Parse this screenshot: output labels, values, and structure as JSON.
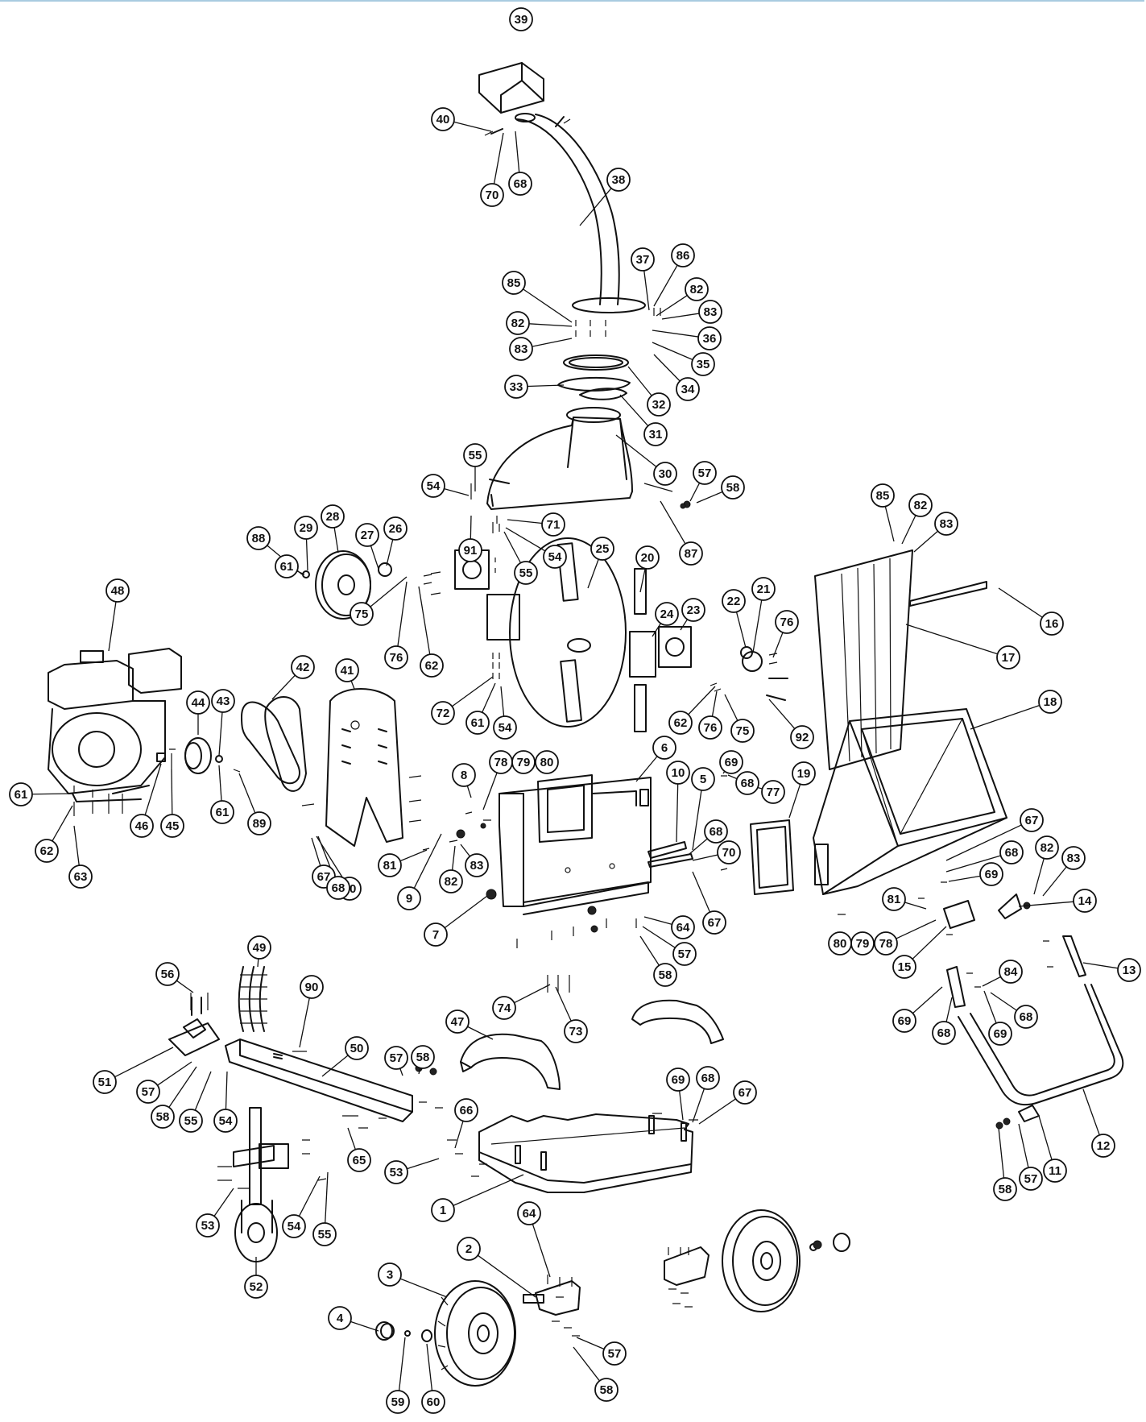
{
  "diagram": {
    "callouts": [
      {
        "id": "39",
        "label": "39"
      },
      {
        "id": "40",
        "label": "40"
      },
      {
        "id": "70a",
        "label": "70"
      },
      {
        "id": "68a",
        "label": "68"
      },
      {
        "id": "38",
        "label": "38"
      },
      {
        "id": "37",
        "label": "37"
      },
      {
        "id": "86",
        "label": "86"
      },
      {
        "id": "82a",
        "label": "82"
      },
      {
        "id": "83a",
        "label": "83"
      },
      {
        "id": "36",
        "label": "36"
      },
      {
        "id": "35",
        "label": "35"
      },
      {
        "id": "34",
        "label": "34"
      },
      {
        "id": "85a",
        "label": "85"
      },
      {
        "id": "82b",
        "label": "82"
      },
      {
        "id": "83b",
        "label": "83"
      },
      {
        "id": "32",
        "label": "32"
      },
      {
        "id": "33",
        "label": "33"
      },
      {
        "id": "31",
        "label": "31"
      },
      {
        "id": "30",
        "label": "30"
      },
      {
        "id": "55a",
        "label": "55"
      },
      {
        "id": "54a",
        "label": "54"
      },
      {
        "id": "91",
        "label": "91"
      },
      {
        "id": "71",
        "label": "71"
      },
      {
        "id": "54b",
        "label": "54"
      },
      {
        "id": "55b",
        "label": "55"
      },
      {
        "id": "57a",
        "label": "57"
      },
      {
        "id": "58a",
        "label": "58"
      },
      {
        "id": "87",
        "label": "87"
      },
      {
        "id": "85b",
        "label": "85"
      },
      {
        "id": "82c",
        "label": "82"
      },
      {
        "id": "83c",
        "label": "83"
      },
      {
        "id": "16",
        "label": "16"
      },
      {
        "id": "17",
        "label": "17"
      },
      {
        "id": "88",
        "label": "88"
      },
      {
        "id": "29",
        "label": "29"
      },
      {
        "id": "28",
        "label": "28"
      },
      {
        "id": "27",
        "label": "27"
      },
      {
        "id": "26",
        "label": "26"
      },
      {
        "id": "61a",
        "label": "61"
      },
      {
        "id": "75a",
        "label": "75"
      },
      {
        "id": "76a",
        "label": "76"
      },
      {
        "id": "62a",
        "label": "62"
      },
      {
        "id": "25",
        "label": "25"
      },
      {
        "id": "20",
        "label": "20"
      },
      {
        "id": "24",
        "label": "24"
      },
      {
        "id": "23",
        "label": "23"
      },
      {
        "id": "22",
        "label": "22"
      },
      {
        "id": "21",
        "label": "21"
      },
      {
        "id": "76b",
        "label": "76"
      },
      {
        "id": "72",
        "label": "72"
      },
      {
        "id": "61b",
        "label": "61"
      },
      {
        "id": "54c",
        "label": "54"
      },
      {
        "id": "62b",
        "label": "62"
      },
      {
        "id": "76c",
        "label": "76"
      },
      {
        "id": "75b",
        "label": "75"
      },
      {
        "id": "92",
        "label": "92"
      },
      {
        "id": "48",
        "label": "48"
      },
      {
        "id": "42",
        "label": "42"
      },
      {
        "id": "41",
        "label": "41"
      },
      {
        "id": "44",
        "label": "44"
      },
      {
        "id": "43",
        "label": "43"
      },
      {
        "id": "18",
        "label": "18"
      },
      {
        "id": "61c",
        "label": "61"
      },
      {
        "id": "62c",
        "label": "62"
      },
      {
        "id": "63",
        "label": "63"
      },
      {
        "id": "46",
        "label": "46"
      },
      {
        "id": "45",
        "label": "45"
      },
      {
        "id": "61d",
        "label": "61"
      },
      {
        "id": "89",
        "label": "89"
      },
      {
        "id": "8",
        "label": "8"
      },
      {
        "id": "78a",
        "label": "78"
      },
      {
        "id": "79a",
        "label": "79"
      },
      {
        "id": "80a",
        "label": "80"
      },
      {
        "id": "6",
        "label": "6"
      },
      {
        "id": "10",
        "label": "10"
      },
      {
        "id": "5",
        "label": "5"
      },
      {
        "id": "69a",
        "label": "69"
      },
      {
        "id": "68b",
        "label": "68"
      },
      {
        "id": "77",
        "label": "77"
      },
      {
        "id": "19",
        "label": "19"
      },
      {
        "id": "67a",
        "label": "67"
      },
      {
        "id": "70b",
        "label": "70"
      },
      {
        "id": "68c",
        "label": "68"
      },
      {
        "id": "81a",
        "label": "81"
      },
      {
        "id": "9",
        "label": "9"
      },
      {
        "id": "82d",
        "label": "82"
      },
      {
        "id": "83d",
        "label": "83"
      },
      {
        "id": "68d",
        "label": "68"
      },
      {
        "id": "70c",
        "label": "70"
      },
      {
        "id": "67b",
        "label": "67"
      },
      {
        "id": "67c",
        "label": "67"
      },
      {
        "id": "68e",
        "label": "68"
      },
      {
        "id": "69b",
        "label": "69"
      },
      {
        "id": "82e",
        "label": "82"
      },
      {
        "id": "83e",
        "label": "83"
      },
      {
        "id": "14",
        "label": "14"
      },
      {
        "id": "81b",
        "label": "81"
      },
      {
        "id": "78b",
        "label": "78"
      },
      {
        "id": "79b",
        "label": "79"
      },
      {
        "id": "80b",
        "label": "80"
      },
      {
        "id": "15",
        "label": "15"
      },
      {
        "id": "13",
        "label": "13"
      },
      {
        "id": "7",
        "label": "7"
      },
      {
        "id": "64a",
        "label": "64"
      },
      {
        "id": "57b",
        "label": "57"
      },
      {
        "id": "58b",
        "label": "58"
      },
      {
        "id": "74",
        "label": "74"
      },
      {
        "id": "73",
        "label": "73"
      },
      {
        "id": "84",
        "label": "84"
      },
      {
        "id": "69c",
        "label": "69"
      },
      {
        "id": "68f",
        "label": "68"
      },
      {
        "id": "69d",
        "label": "69"
      },
      {
        "id": "68g",
        "label": "68"
      },
      {
        "id": "56",
        "label": "56"
      },
      {
        "id": "49",
        "label": "49"
      },
      {
        "id": "90",
        "label": "90"
      },
      {
        "id": "47",
        "label": "47"
      },
      {
        "id": "50",
        "label": "50"
      },
      {
        "id": "51",
        "label": "51"
      },
      {
        "id": "57c",
        "label": "57"
      },
      {
        "id": "58c",
        "label": "58"
      },
      {
        "id": "55c",
        "label": "55"
      },
      {
        "id": "54d",
        "label": "54"
      },
      {
        "id": "57d",
        "label": "57"
      },
      {
        "id": "58d",
        "label": "58"
      },
      {
        "id": "66",
        "label": "66"
      },
      {
        "id": "65",
        "label": "65"
      },
      {
        "id": "69e",
        "label": "69"
      },
      {
        "id": "68h",
        "label": "68"
      },
      {
        "id": "67d",
        "label": "67"
      },
      {
        "id": "12",
        "label": "12"
      },
      {
        "id": "11",
        "label": "11"
      },
      {
        "id": "57e",
        "label": "57"
      },
      {
        "id": "58e",
        "label": "58"
      },
      {
        "id": "53a",
        "label": "53"
      },
      {
        "id": "1",
        "label": "1"
      },
      {
        "id": "53b",
        "label": "53"
      },
      {
        "id": "54e",
        "label": "54"
      },
      {
        "id": "55d",
        "label": "55"
      },
      {
        "id": "52",
        "label": "52"
      },
      {
        "id": "64b",
        "label": "64"
      },
      {
        "id": "2",
        "label": "2"
      },
      {
        "id": "3",
        "label": "3"
      },
      {
        "id": "4",
        "label": "4"
      },
      {
        "id": "57f",
        "label": "57"
      },
      {
        "id": "58f",
        "label": "58"
      },
      {
        "id": "59",
        "label": "59"
      },
      {
        "id": "60",
        "label": "60"
      }
    ]
  }
}
